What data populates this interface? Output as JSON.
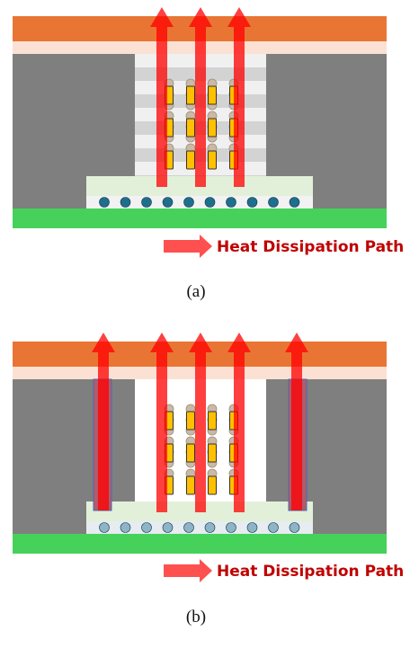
{
  "legend": {
    "label": "Heat Dissipation Path"
  },
  "panels": [
    {
      "id": "a",
      "caption": "(a)",
      "heat_path_arrows": 3,
      "side_heat_paths": false
    },
    {
      "id": "b",
      "caption": "(b)",
      "heat_path_arrows": 5,
      "side_heat_paths": true
    }
  ],
  "colors": {
    "heat_sink": "#E97535",
    "interface_layer": "#FBE1D3",
    "mold": "#7F7F7F",
    "die_stack_light": "#F0F0F0",
    "die_stack_dark": "#D3D3D3",
    "interposer": "#E2F0D9",
    "substrate": "#46D25A",
    "bump": "#1F6E8C",
    "bump_faded": "#8FB3C7",
    "microbump": "#FFC000",
    "tsv_ball": "#C9B9A6",
    "arrow": "#FF0000",
    "legend_arrow": "#FF5050",
    "legend_text": "#C00000"
  }
}
